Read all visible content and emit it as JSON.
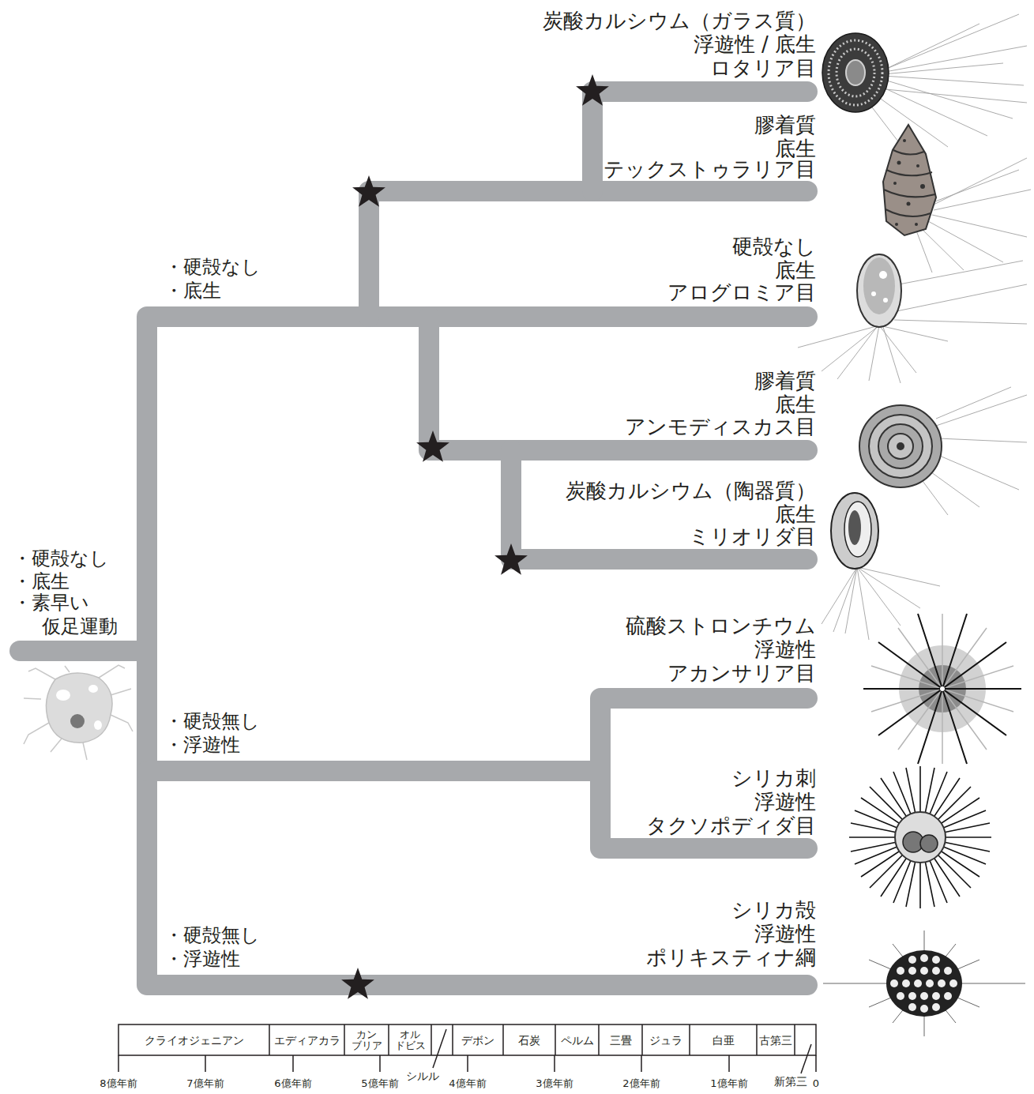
{
  "diagram": {
    "labels": [
      "炭酸カルシウム（ガラス質）",
      "浮遊性 / 底生",
      "ロタリア目",
      "膠着質",
      "底生",
      "テックストゥラリア目",
      "・硬殻なし",
      "・底生",
      "硬殻なし",
      "底生",
      "アログロミア目",
      "膠着質",
      "底生",
      "アンモディスカス目",
      "炭酸カルシウム（陶器質）",
      "底生",
      "ミリオリダ目",
      "・硬殻なし",
      "・底生",
      "・素早い 仮足運動",
      "硫酸ストロンチウム",
      "浮遊性",
      "アカンサリア目",
      "・硬殻無し",
      "・浮遊性",
      "シリカ刺",
      "浮遊性",
      "タクソポディダ目",
      "シリカ殻",
      "浮遊性",
      "ポリキスティナ綱",
      "・硬殻無し",
      "・浮遊性",
      "クライオジェニアン",
      "エディアカラ",
      "カン ブリア",
      "オル ドビス",
      "シルル",
      "デボン",
      "石炭",
      "ペルム",
      "三畳",
      "ジュラ",
      "白亜",
      "古第三",
      "新第三",
      "8億年前",
      "7億年前",
      "6億年前",
      "5億年前",
      "4億年前",
      "3億年前",
      "2億年前",
      "1億年前",
      "0"
    ]
  }
}
